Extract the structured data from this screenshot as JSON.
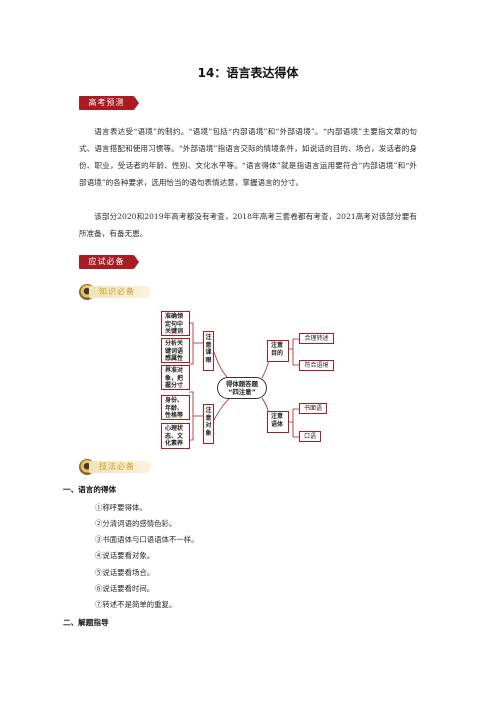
{
  "title": "14：语言表达得体",
  "sections": {
    "forecast": "高考预测",
    "prep": "应试必备"
  },
  "intro": {
    "p1": "语言表达受“语境”的制约。“语境”包括“内部语境”和“外部语境”。“内部语境”主要指文章的句式、语言搭配和使用习惯等。“外部语境”指语言交际的情境条件，如说话的目的、场合，发话者的身份、职业，受话者的年龄、性别、文化水平等。“语言得体”就是指语言运用要符合“内部语境”和“外部语境”的各种要求，选用恰当的语句表情达意，掌握语言的分寸。",
    "p2": "该部分2020和2019年高考都没有考查，2018年高考三套卷都有考查，2021高考对该部分要有所准备，有备无患。"
  },
  "badges": {
    "knowledge": "知识必备",
    "method": "技法必备"
  },
  "mindmap": {
    "center": [
      "得体题答题",
      "“四注意”"
    ],
    "left_top_label": "注意课眼",
    "left_bottom_label": "注意对象",
    "right_top_label": "注意目的",
    "right_bottom_label": "注意语体",
    "left_items": [
      "准确领定句中关键词",
      "分析关键词语感属性",
      "界准对象，把握分寸",
      "身份、年龄、性格等",
      "心理状态、文化素养"
    ],
    "right_top_items": [
      "合理转述",
      "符合语境"
    ],
    "right_bottom_items": [
      "书面语",
      "口语"
    ]
  },
  "section1": {
    "heading": "一、语言的得体",
    "items": [
      "①称呼要得体。",
      "②分清词语的感情色彩。",
      "③书面语体与口语语体不一样。",
      "④说话要看对象。",
      "⑤说话要看场合。",
      "⑥说话要看时间。",
      "⑦转述不是简单的重复。"
    ]
  },
  "section2": {
    "heading": "二、解题指导"
  }
}
